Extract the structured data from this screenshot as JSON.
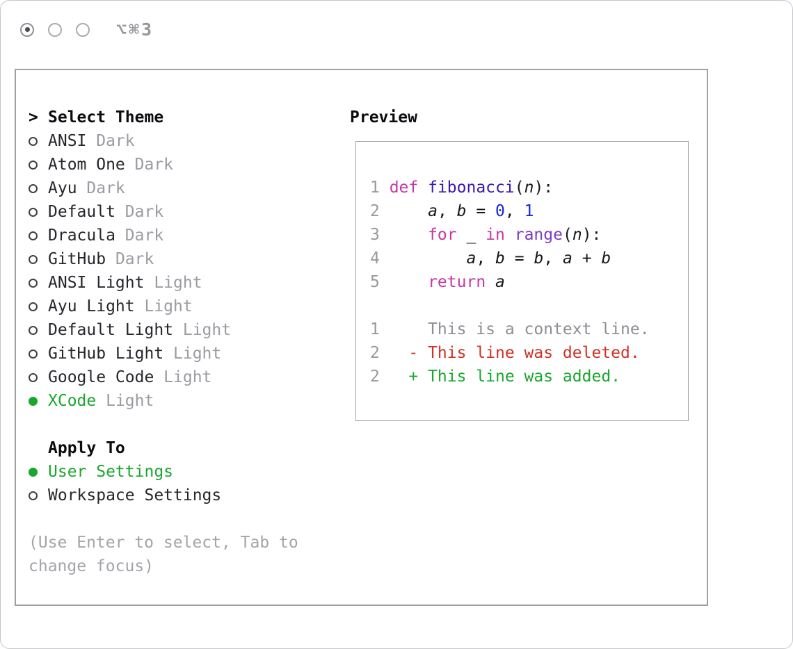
{
  "window": {
    "shortcut": "⌥⌘3"
  },
  "theme_selector": {
    "prompt": ">",
    "title": "Select Theme",
    "items": [
      {
        "name": "ANSI",
        "variant": "Dark",
        "selected": false
      },
      {
        "name": "Atom One",
        "variant": "Dark",
        "selected": false
      },
      {
        "name": "Ayu",
        "variant": "Dark",
        "selected": false
      },
      {
        "name": "Default",
        "variant": "Dark",
        "selected": false
      },
      {
        "name": "Dracula",
        "variant": "Dark",
        "selected": false
      },
      {
        "name": "GitHub",
        "variant": "Dark",
        "selected": false
      },
      {
        "name": "ANSI Light",
        "variant": "Light",
        "selected": false
      },
      {
        "name": "Ayu Light",
        "variant": "Light",
        "selected": false
      },
      {
        "name": "Default Light",
        "variant": "Light",
        "selected": false
      },
      {
        "name": "GitHub Light",
        "variant": "Light",
        "selected": false
      },
      {
        "name": "Google Code",
        "variant": "Light",
        "selected": false
      },
      {
        "name": "XCode",
        "variant": "Light",
        "selected": true
      }
    ]
  },
  "apply_to": {
    "title": "Apply To",
    "options": [
      {
        "label": "User Settings",
        "selected": true
      },
      {
        "label": "Workspace Settings",
        "selected": false
      }
    ]
  },
  "hint": "(Use Enter to select, Tab to change focus)",
  "preview": {
    "title": "Preview",
    "code": {
      "lines": [
        {
          "num": "1",
          "tokens": [
            {
              "t": "def",
              "c": "kw"
            },
            {
              "t": " ",
              "c": "pl"
            },
            {
              "t": "fibonacci",
              "c": "fn"
            },
            {
              "t": "(",
              "c": "pl"
            },
            {
              "t": "n",
              "c": "var"
            },
            {
              "t": "):",
              "c": "pl"
            }
          ]
        },
        {
          "num": "2",
          "tokens": [
            {
              "t": "    ",
              "c": "pl"
            },
            {
              "t": "a",
              "c": "var"
            },
            {
              "t": ", ",
              "c": "pl"
            },
            {
              "t": "b",
              "c": "var"
            },
            {
              "t": " = ",
              "c": "pl"
            },
            {
              "t": "0",
              "c": "num"
            },
            {
              "t": ", ",
              "c": "pl"
            },
            {
              "t": "1",
              "c": "num"
            }
          ]
        },
        {
          "num": "3",
          "tokens": [
            {
              "t": "    ",
              "c": "pl"
            },
            {
              "t": "for",
              "c": "kw"
            },
            {
              "t": " _ ",
              "c": "pl"
            },
            {
              "t": "in",
              "c": "kw"
            },
            {
              "t": " ",
              "c": "pl"
            },
            {
              "t": "range",
              "c": "call"
            },
            {
              "t": "(",
              "c": "pl"
            },
            {
              "t": "n",
              "c": "var"
            },
            {
              "t": "):",
              "c": "pl"
            }
          ]
        },
        {
          "num": "4",
          "tokens": [
            {
              "t": "        ",
              "c": "pl"
            },
            {
              "t": "a",
              "c": "var"
            },
            {
              "t": ", ",
              "c": "pl"
            },
            {
              "t": "b",
              "c": "var"
            },
            {
              "t": " = ",
              "c": "pl"
            },
            {
              "t": "b",
              "c": "var"
            },
            {
              "t": ", ",
              "c": "pl"
            },
            {
              "t": "a",
              "c": "var"
            },
            {
              "t": " + ",
              "c": "pl"
            },
            {
              "t": "b",
              "c": "var"
            }
          ]
        },
        {
          "num": "5",
          "tokens": [
            {
              "t": "    ",
              "c": "pl"
            },
            {
              "t": "return",
              "c": "kw"
            },
            {
              "t": " ",
              "c": "pl"
            },
            {
              "t": "a",
              "c": "var"
            }
          ]
        }
      ]
    },
    "diff": {
      "lines": [
        {
          "num": "1",
          "text": "    This is a context line.",
          "type": "context"
        },
        {
          "num": "2",
          "text": "  - This line was deleted.",
          "type": "deleted"
        },
        {
          "num": "2",
          "text": "  + This line was added.",
          "type": "added"
        }
      ]
    }
  },
  "colors": {
    "accent_green": "#1ba62f",
    "keyword_magenta": "#c438a4",
    "function_indigo": "#3c18a8",
    "call_purple": "#7d3bc4",
    "number_blue": "#1527db",
    "diff_deleted_red": "#cf3227",
    "diff_added_green": "#1ba62f",
    "muted_gray": "#9b9ba2"
  }
}
